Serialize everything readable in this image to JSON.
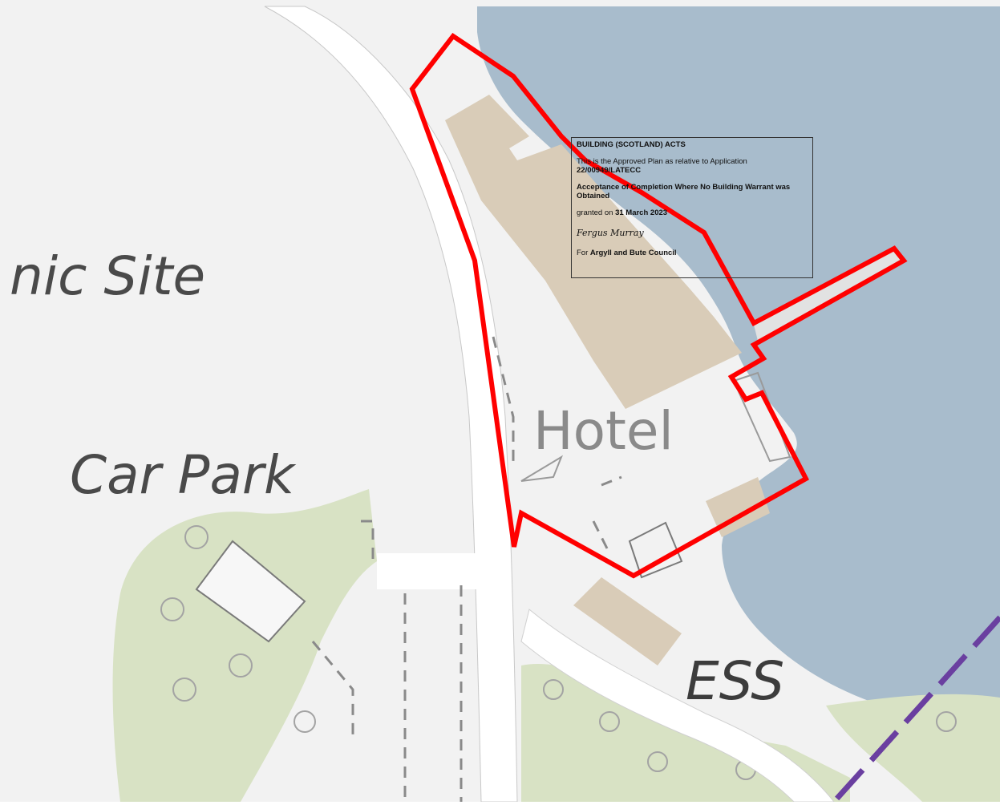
{
  "map": {
    "labels": {
      "historic_site_partial": "nic Site",
      "car_park": "Car Park",
      "hotel": "Hotel",
      "ess": "ESS"
    },
    "colors": {
      "water": "#a8bccc",
      "woodland": "#d8e2c4",
      "building": "#d9ccb8",
      "land": "#f2f2f2",
      "road": "#ffffff",
      "boundary": "#ff0000",
      "dashed_line": "#6a3fa0"
    }
  },
  "stamp": {
    "heading": "BUILDING (SCOTLAND) ACTS",
    "approved_text": "This is the Approved Plan as relative to Application",
    "application_ref": "22/00949/LATECC",
    "acceptance_type": "Acceptance of Completion Where No Building Warrant was Obtained",
    "granted_prefix": "granted on",
    "granted_date": "31 March 2023",
    "signature": "Fergus Murray",
    "for_prefix": "For",
    "council": "Argyll and Bute Council"
  }
}
